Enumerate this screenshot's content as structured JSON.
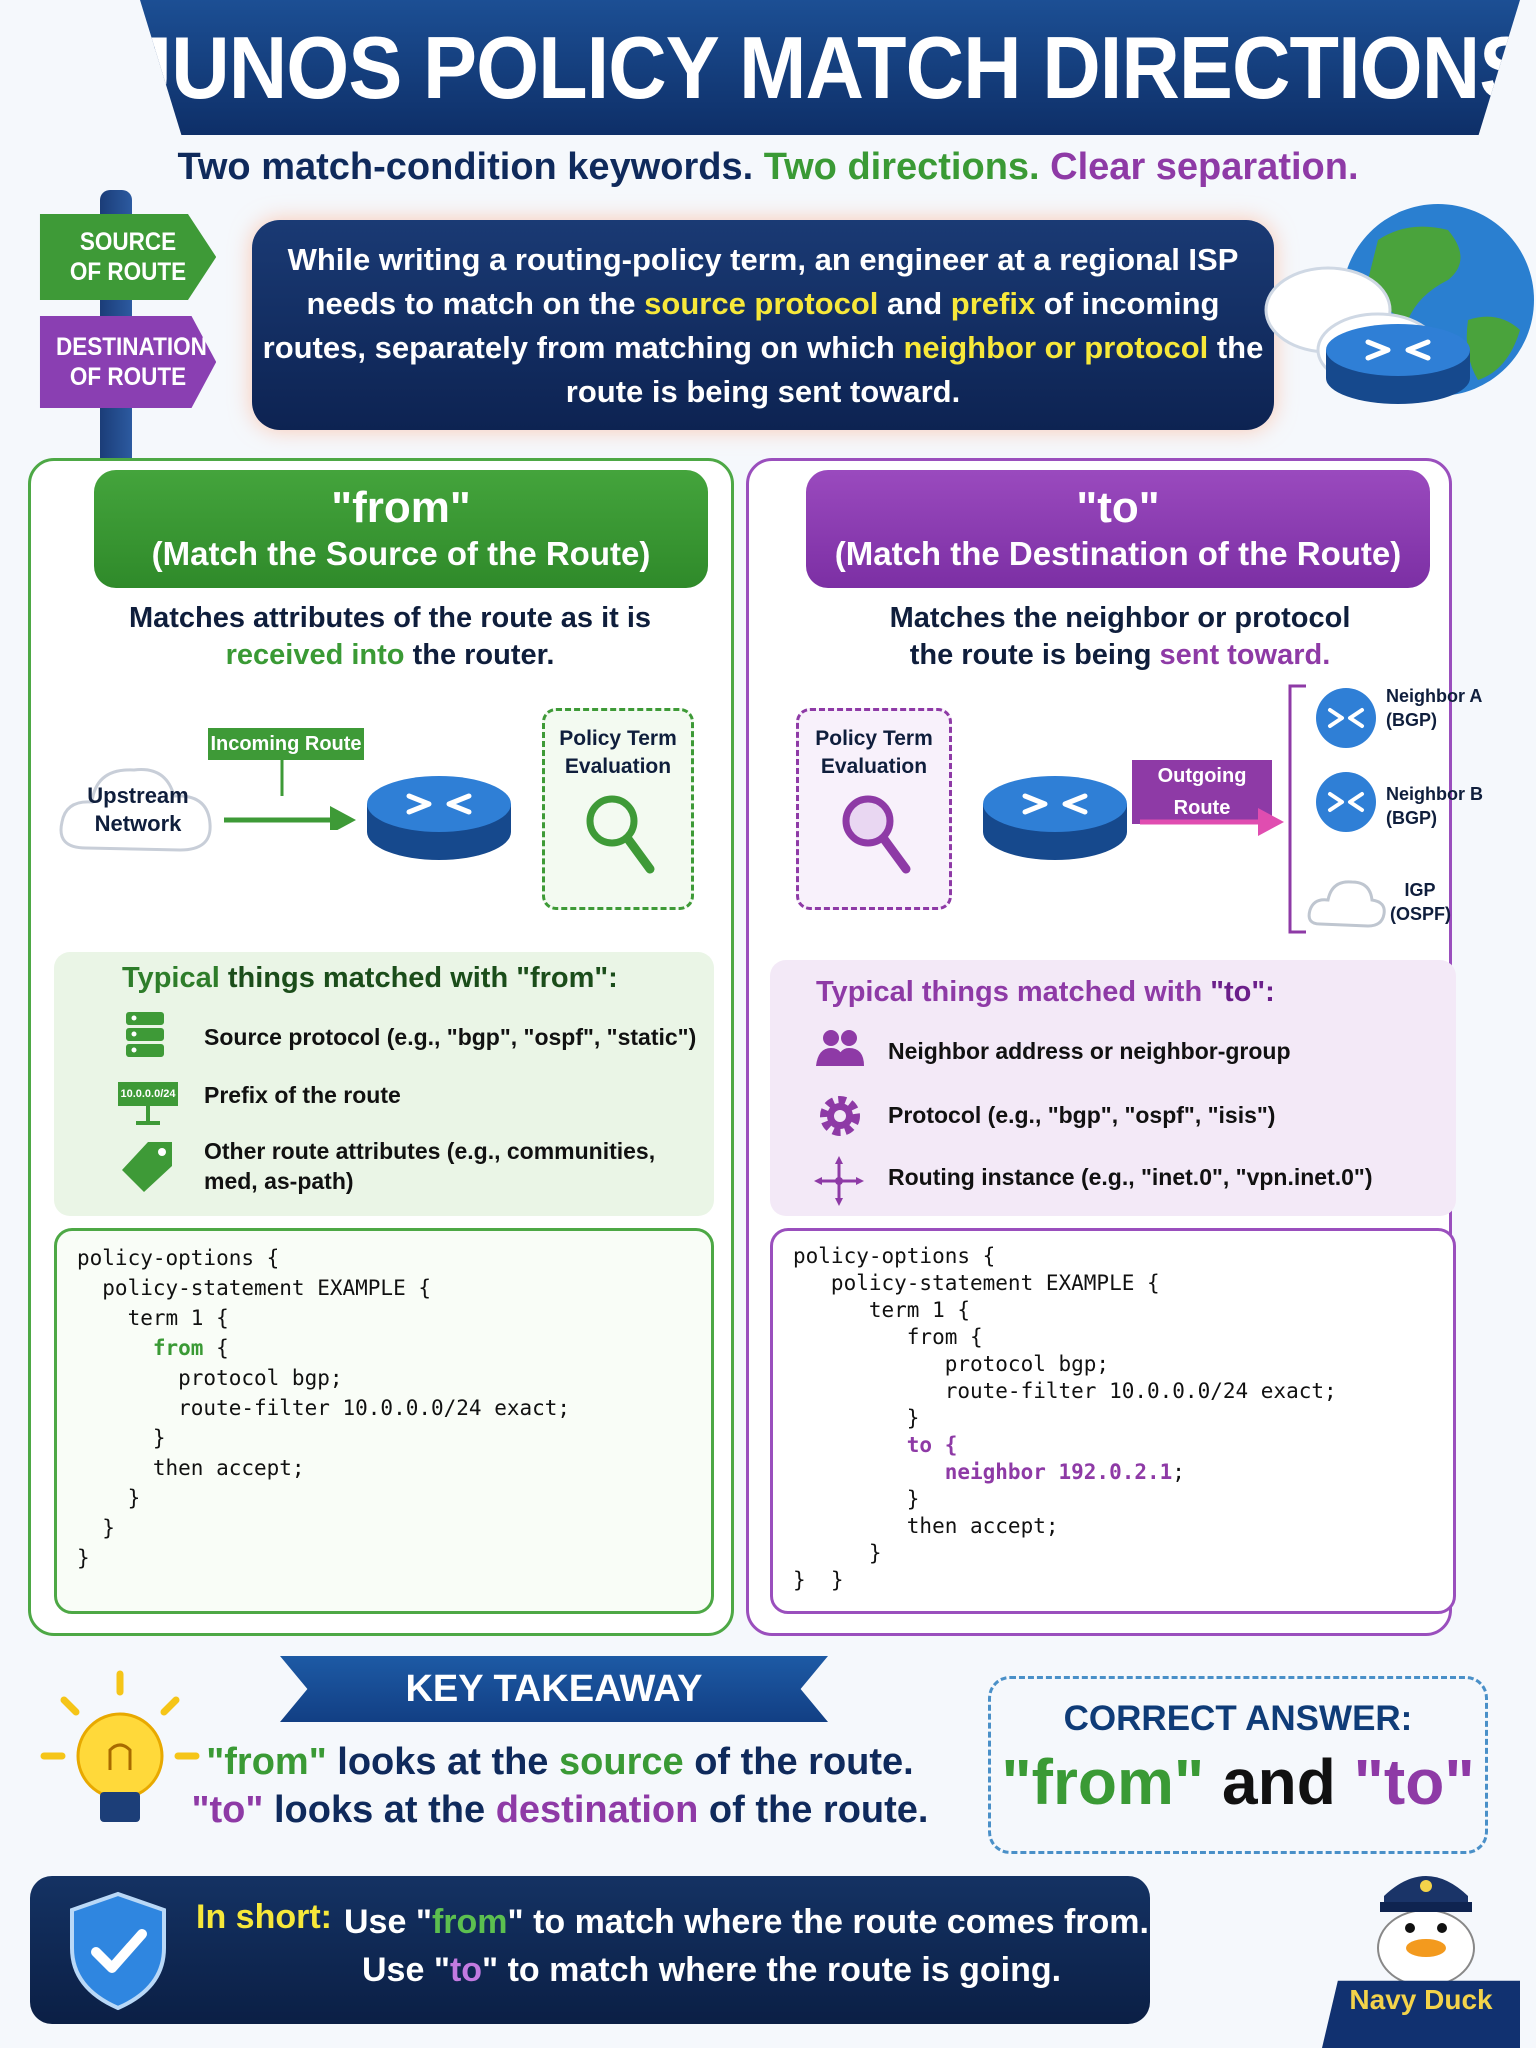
{
  "title": "JUNOS POLICY MATCH DIRECTIONS",
  "subtitle": {
    "part1": "Two match-condition keywords.",
    "part2": "Two directions.",
    "part3": "Clear separation."
  },
  "signpost": {
    "source": "SOURCE OF ROUTE",
    "destination": "DESTINATION OF ROUTE"
  },
  "intro": {
    "t1": "While writing a routing-policy term, an engineer at a regional ISP needs to match on the ",
    "h1": "source protocol",
    "t2": " and ",
    "h2": "prefix",
    "t3": " of incoming routes, separately from matching on which ",
    "h3": "neighbor or protocol",
    "t4": " the route is being sent toward."
  },
  "from": {
    "keyword": "\"from\"",
    "subtitle": "(Match the Source of the Route)",
    "desc1": "Matches attributes of the route as it is",
    "desc_hl": "received into",
    "desc2": " the router.",
    "upstream": "Upstream Network",
    "incoming": "Incoming Route",
    "policy_eval": "Policy Term Evaluation",
    "list_head1": "Typical",
    "list_head2": " things matched with \"from\":",
    "items": [
      "Source protocol (e.g., \"bgp\", \"ospf\", \"static\")",
      "Prefix of the route",
      "Other route attributes (e.g., communities, med, as-path)"
    ],
    "prefix_tag": "10.0.0.0/24",
    "code": {
      "l1": "policy-options {",
      "l2": "  policy-statement EXAMPLE {",
      "l3": "    term 1 {",
      "kw": "from",
      "l4b": " {",
      "l5": "        protocol bgp;",
      "l6": "        route-filter 10.0.0.0/24 exact;",
      "l7": "      }",
      "l8": "      then accept;",
      "l9": "    }",
      "l10": "  }",
      "l11": "}"
    }
  },
  "to": {
    "keyword": "\"to\"",
    "subtitle": "(Match the Destination of the Route)",
    "desc1": "Matches the neighbor or protocol",
    "desc2": "the route is being ",
    "desc_hl": "sent toward.",
    "policy_eval": "Policy Term Evaluation",
    "outgoing": "Outgoing Route",
    "neighbor_a": "Neighbor A (BGP)",
    "neighbor_b": "Neighbor B (BGP)",
    "igp": "IGP (OSPF)",
    "list_head1": "Typical things matched with ",
    "list_head2": "\"to\":",
    "items": [
      "Neighbor address or neighbor-group",
      "Protocol (e.g., \"bgp\", \"ospf\", \"isis\")",
      "Routing instance (e.g., \"inet.0\", \"vpn.inet.0\")"
    ],
    "code": {
      "l1": "policy-options {",
      "l2": "   policy-statement EXAMPLE {",
      "l3": "      term 1 {",
      "l4": "         from {",
      "l5": "            protocol bgp;",
      "l6": "            route-filter 10.0.0.0/24 exact;",
      "l7": "         }",
      "kw": "         to {",
      "kw2": "            neighbor 192.0.2.1",
      "semi": ";",
      "l9": "         }",
      "l10": "         then accept;",
      "l11": "      }",
      "l12": "}  }"
    }
  },
  "takeaway": {
    "label": "KEY TAKEAWAY",
    "from_kw": "\"from\"",
    "l1a": " looks at the ",
    "source": "source",
    "l1b": " of the route.",
    "to_kw": "\"to\"",
    "l2a": " looks at the ",
    "destination": "destination",
    "l2b": " of the route."
  },
  "answer": {
    "title": "CORRECT ANSWER:",
    "from": "\"from\"",
    "and": " and ",
    "to": "\"to\""
  },
  "in_short": {
    "label": "In short:",
    "l1a": "Use \"",
    "from": "from",
    "l1b": "\" to match where the route comes from.",
    "l2a": "Use \"",
    "to": "to",
    "l2b": "\" to match where the route is going."
  },
  "brand": "Navy Duck",
  "colors": {
    "green": "#3a9a35",
    "purple": "#8e3aa6",
    "navy": "#0f2a5c",
    "yellow": "#f7e83a"
  }
}
